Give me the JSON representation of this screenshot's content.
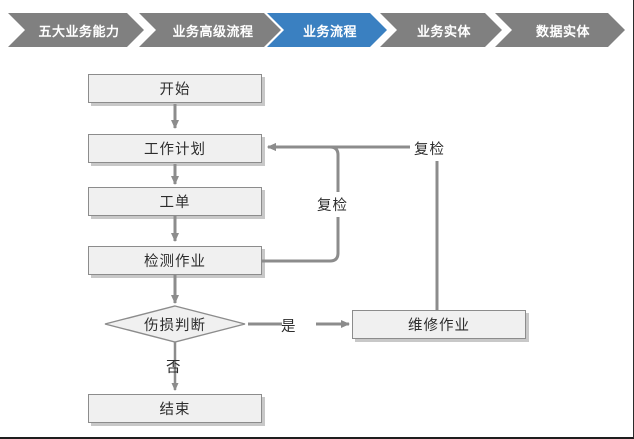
{
  "breadcrumb": {
    "items": [
      {
        "label": "五大业务能力",
        "state": "inactive"
      },
      {
        "label": "业务高级流程",
        "state": "inactive"
      },
      {
        "label": "业务流程",
        "state": "active"
      },
      {
        "label": "业务实体",
        "state": "inactive"
      },
      {
        "label": "数据实体",
        "state": "inactive"
      }
    ],
    "active_color": "#3a80c1",
    "inactive_color": "#808080",
    "text_color": "#ffffff"
  },
  "flowchart": {
    "type": "flowchart",
    "node_fill": "#f0f0f0",
    "node_border": "#8c8c8c",
    "connector_color": "#8c8c8c",
    "nodes": [
      {
        "id": "start",
        "label": "开始",
        "shape": "rect"
      },
      {
        "id": "plan",
        "label": "工作计划",
        "shape": "rect"
      },
      {
        "id": "order",
        "label": "工单",
        "shape": "rect"
      },
      {
        "id": "inspect",
        "label": "检测作业",
        "shape": "rect"
      },
      {
        "id": "decide",
        "label": "伤损判断",
        "shape": "diamond"
      },
      {
        "id": "repair",
        "label": "维修作业",
        "shape": "rect"
      },
      {
        "id": "end",
        "label": "结束",
        "shape": "rect"
      }
    ],
    "edges": [
      {
        "from": "start",
        "to": "plan",
        "label": ""
      },
      {
        "from": "plan",
        "to": "order",
        "label": ""
      },
      {
        "from": "order",
        "to": "inspect",
        "label": ""
      },
      {
        "from": "inspect",
        "to": "decide",
        "label": ""
      },
      {
        "from": "decide",
        "to": "repair",
        "label": "是"
      },
      {
        "from": "decide",
        "to": "end",
        "label": "否"
      },
      {
        "from": "inspect",
        "to": "plan",
        "label": "复检"
      },
      {
        "from": "repair",
        "to": "plan",
        "label": "复检"
      }
    ],
    "labels": {
      "yes": "是",
      "no": "否",
      "recheck_inner": "复检",
      "recheck_outer": "复检"
    }
  }
}
